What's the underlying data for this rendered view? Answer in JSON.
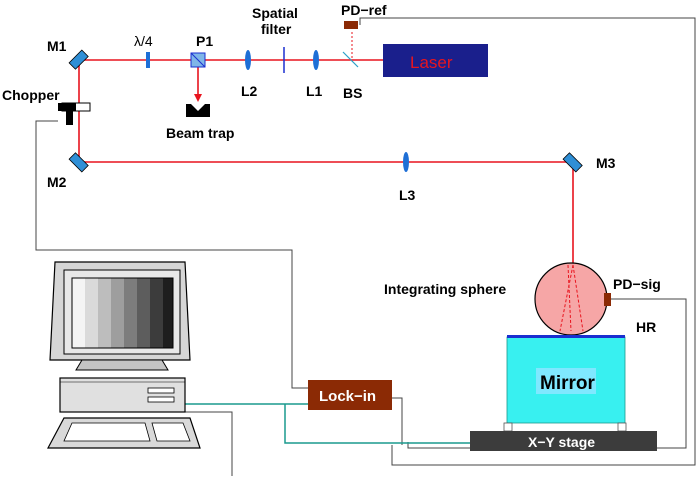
{
  "labels": {
    "m1": "M1",
    "m2": "M2",
    "m3": "M3",
    "lambda4": "λ/4",
    "p1": "P1",
    "spatial_filter_line1": "Spatial",
    "spatial_filter_line2": "filter",
    "pd_ref": "PD−ref",
    "l2": "L2",
    "l1": "L1",
    "bs": "BS",
    "laser": "Laser",
    "chopper": "Chopper",
    "beam_trap": "Beam trap",
    "l3": "L3",
    "integrating_sphere": "Integrating sphere",
    "pd_sig": "PD−sig",
    "hr": "HR",
    "mirror": "Mirror",
    "lock_in": "Lock−in",
    "xy_stage": "X−Y stage"
  },
  "colors": {
    "beam": "#e8141e",
    "optic_blue": "#1e6fd6",
    "laser_box": "#1a1f8c",
    "laser_text": "#e8141e",
    "lockin_box": "#8b2a05",
    "mirror_block": "#38f0f0",
    "mirror_label_bg": "#7fe8ff",
    "hr_coat": "#1a2fd0",
    "stage": "#3c3c3c",
    "sphere_fill": "#f6a6a6",
    "signal_wire": "#1a9a8e",
    "wire": "#555555"
  }
}
